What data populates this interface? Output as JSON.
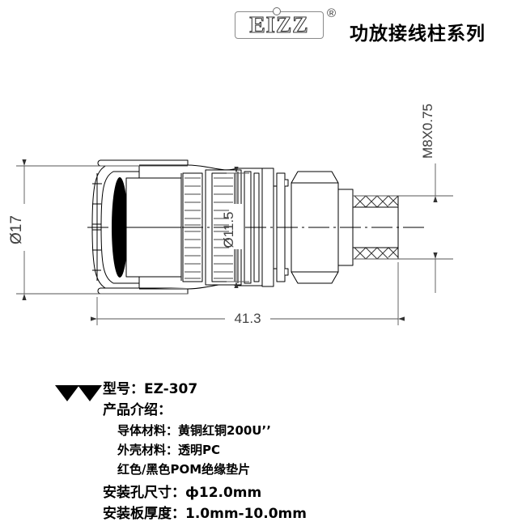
{
  "header": {
    "logo_text": "EIZZ",
    "logo_registered": "®",
    "title": "功放接线柱系列"
  },
  "drawing": {
    "dimensions": {
      "outer_diameter": "Ø17",
      "shaft_diameter": "Ø11.5",
      "overall_length": "41.3",
      "thread": "M8X0.75"
    }
  },
  "spec": {
    "bullet": "▼",
    "lines": [
      {
        "text": "型号：EZ-307",
        "level": 0
      },
      {
        "text": "产品介绍：",
        "level": 0
      },
      {
        "text": "导体材料：黄铜红铜200U’’",
        "level": 1
      },
      {
        "text": "外壳材料：透明PC",
        "level": 1
      },
      {
        "text": "红色/黑色POM绝缘垫片",
        "level": 1
      },
      {
        "text": "安装孔尺寸：ф12.0mm",
        "level": 0
      },
      {
        "text": "安装板厚度：1.0mm-10.0mm",
        "level": 0
      }
    ]
  },
  "colors": {
    "line": "#000000",
    "dimension": "#555555",
    "accent_black": "#000000"
  }
}
